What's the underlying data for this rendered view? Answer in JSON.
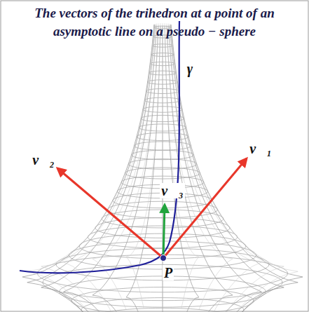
{
  "diagram": {
    "title": "The vectors of the trihedron at a point of an asymptotic line on a pseudo − sphere",
    "labels": [
      "γ",
      "v⃗₁",
      "v⃗₂",
      "v⃗₃",
      "P"
    ]
  }
}
